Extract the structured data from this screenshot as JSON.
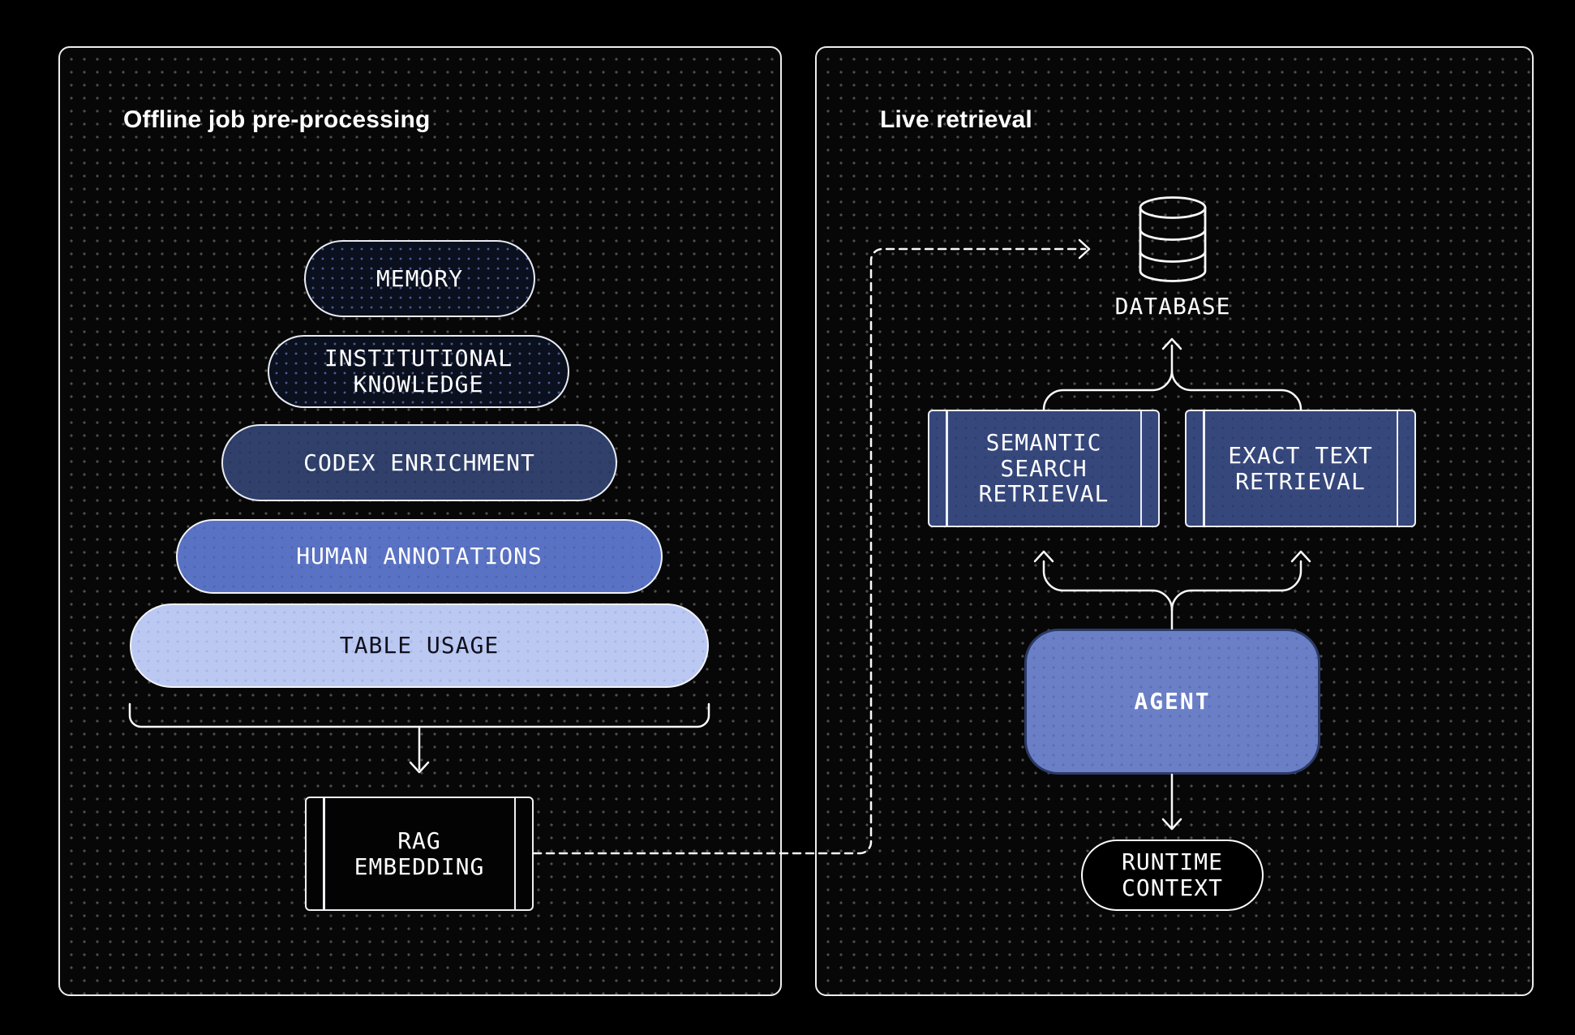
{
  "panels": {
    "left": {
      "title": "Offline job pre-processing"
    },
    "right": {
      "title": "Live retrieval"
    }
  },
  "nodes": {
    "memory": {
      "label": "MEMORY"
    },
    "institutional_knowledge": {
      "label": "INSTITUTIONAL\nKNOWLEDGE"
    },
    "codex_enrichment": {
      "label": "CODEX ENRICHMENT"
    },
    "human_annotations": {
      "label": "HUMAN ANNOTATIONS"
    },
    "table_usage": {
      "label": "TABLE USAGE"
    },
    "rag_embedding": {
      "label": "RAG\nEMBEDDING"
    },
    "database": {
      "label": "DATABASE"
    },
    "semantic_search_retrieval": {
      "label": "SEMANTIC\nSEARCH\nRETRIEVAL"
    },
    "exact_text_retrieval": {
      "label": "EXACT TEXT\nRETRIEVAL"
    },
    "agent": {
      "label": "AGENT"
    },
    "runtime_context": {
      "label": "RUNTIME\nCONTEXT"
    }
  },
  "colors": {
    "background": "#000000",
    "panel_border": "#ededed",
    "memory_fill": "#0b101f",
    "institutional_fill": "#0b101f",
    "codex_fill": "#30406b",
    "human_fill": "#5a72c3",
    "table_fill": "#bac8f2",
    "retrieval_fill": "#36477c",
    "agent_fill": "#6a7fc6",
    "agent_border": "#2c3a66",
    "runtime_fill": "#000000",
    "line": "#fafafa"
  }
}
